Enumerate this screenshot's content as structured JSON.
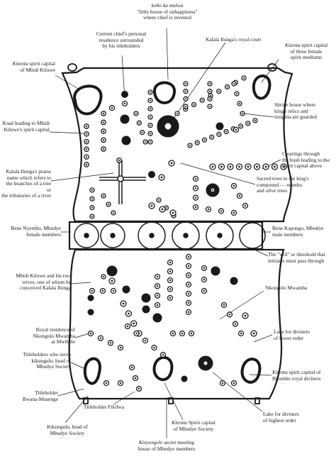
{
  "labels": {
    "kobo_ka_mulwa": {
      "em": "kobo ka mulwa",
      "text": "\"little house of unhappiness\"\nwhere chief is invested"
    },
    "current_chief": {
      "text": "Current chief's personal\nresidence surrounded\nby his titleholders"
    },
    "royal_court": {
      "text": "Kalala Ilunga's royal court"
    },
    "kitenta_three_female": {
      "em": "Kitenta",
      "text": " spirit capital\nof three female\nspirit mediums"
    },
    "kitenta_mbidi": {
      "em": "Kitenta",
      "text": " spirit capital\nof Mbidi Kiluwe"
    },
    "shrine_house": {
      "text": "Shrine house where\nking's relics and\ninsignia are guarded"
    },
    "road_mbidi": {
      "text": "Road leading to Mbidi\nKiluwe's spirit capital"
    },
    "clearings": {
      "text": "Clearings through\nthe bush leading to the\nspirit capital above"
    },
    "praise_name": {
      "text": "Kalala Ilunga's praise\nname which refers to\nthe branches of a tree or\nthe tributaries of a river"
    },
    "sacred_trees": {
      "text": "Sacred trees in the king's\ncompound — ",
      "em": "mumbu",
      "text2": "\nand olive trees"
    },
    "bene_nyembo": {
      "text": "Bene Nyembo, Mbudye\nfemale members"
    },
    "bene_kapongo": {
      "text": "Bene Kapongo, Mbudye\nmale members"
    },
    "veil": {
      "text": "The \"veil\" or threshold that\ninitiates must pass through"
    },
    "mbidi_wives": {
      "text": "Mbidi Kiluwe and his two\nwives, one of whom he\nconceived Kalala Ilunga"
    },
    "nkongolo": {
      "text": "Nkongolo Mwamba"
    },
    "royal_residence": {
      "text": "Royal residence of\nNkongolo Mwamba\nat Mwibele"
    },
    "lake_lower": {
      "text": "Lake for diviners\nof lower order"
    },
    "titleholders_serve": {
      "text": "Titleholders who serve\nkikungulu, head of\nMbudye Society"
    },
    "kitenta_bilumbu": {
      "em": "Kitenta",
      "text": " spirit capital of\nBilumbu royal diviners"
    },
    "bwana_musenge": {
      "text": "Titleholder\nBwana-Musenge"
    },
    "fikilwa": {
      "text": "Titleholder Fikilwa"
    },
    "lake_highest": {
      "text": "Lake for diviners\nof highest order"
    },
    "kitenta_mbudye": {
      "em": "Kitenta",
      "text": " Spirit capital\nof Mbudye Society"
    },
    "kikungulu": {
      "text": "Kikungulu, head of\nMbudye Society"
    },
    "kinyengele": {
      "em": "Kinyengele",
      "text": " secret meeting\nhouse of Mbudye members"
    }
  },
  "colors": {
    "ink": "#1a1a1a",
    "paper": "#ffffff"
  }
}
